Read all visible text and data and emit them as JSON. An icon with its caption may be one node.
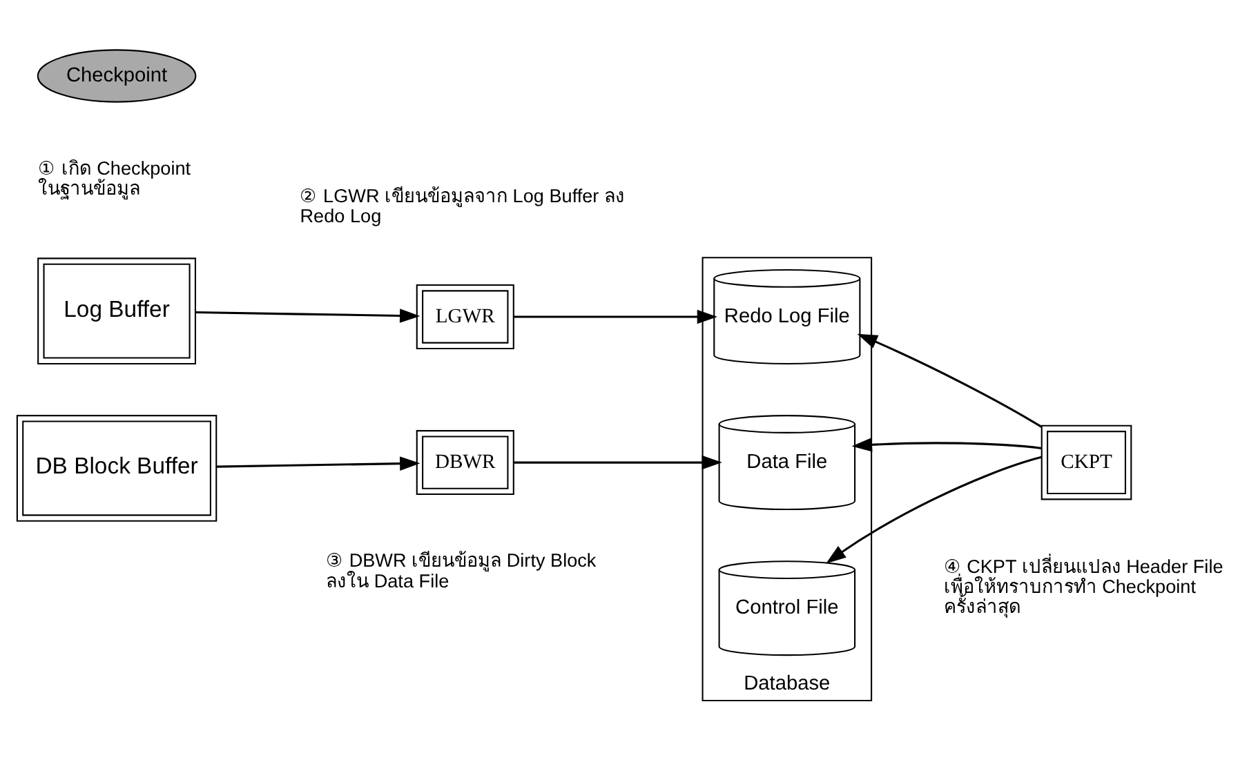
{
  "diagram": {
    "nodes": [
      {
        "text": [
          "Checkpoint"
        ]
      },
      {
        "text": [
          "Log Buffer"
        ]
      },
      {
        "text": [
          "LGWR"
        ]
      },
      {
        "text": [
          "DB Block Buffer"
        ]
      },
      {
        "text": [
          "DBWR"
        ]
      },
      {
        "text": [
          "Database"
        ]
      },
      {
        "text": [
          "Redo Log File"
        ],
        "in": 5
      },
      {
        "text": [
          "Data File"
        ],
        "in": 5
      },
      {
        "text": [
          "Control File"
        ],
        "in": 5
      },
      {
        "text": [
          "CKPT"
        ]
      }
    ],
    "edges": [
      {
        "from": 1,
        "to": 2,
        "arrow": "to"
      },
      {
        "from": 2,
        "to": 6,
        "arrow": "to"
      },
      {
        "from": 3,
        "to": 4,
        "arrow": "to"
      },
      {
        "from": 4,
        "to": 7,
        "arrow": "to"
      },
      {
        "from": 9,
        "to": 6,
        "arrow": "to"
      },
      {
        "from": 9,
        "to": 7,
        "arrow": "to"
      },
      {
        "from": 9,
        "to": 8,
        "arrow": "to"
      }
    ],
    "labels": [
      "① เกิด Checkpoint ในฐานข้อมูล",
      "② LGWR เขียนข้อมูลจาก Log Buffer ลง Redo Log",
      "③ DBWR เขียนข้อมูล Dirty Block ลงใน Data File",
      "④ CKPT เปลี่ยนแปลง Header File เพื่อให้ทราบการทำ Checkpoint ครั้งล่าสุด"
    ]
  }
}
